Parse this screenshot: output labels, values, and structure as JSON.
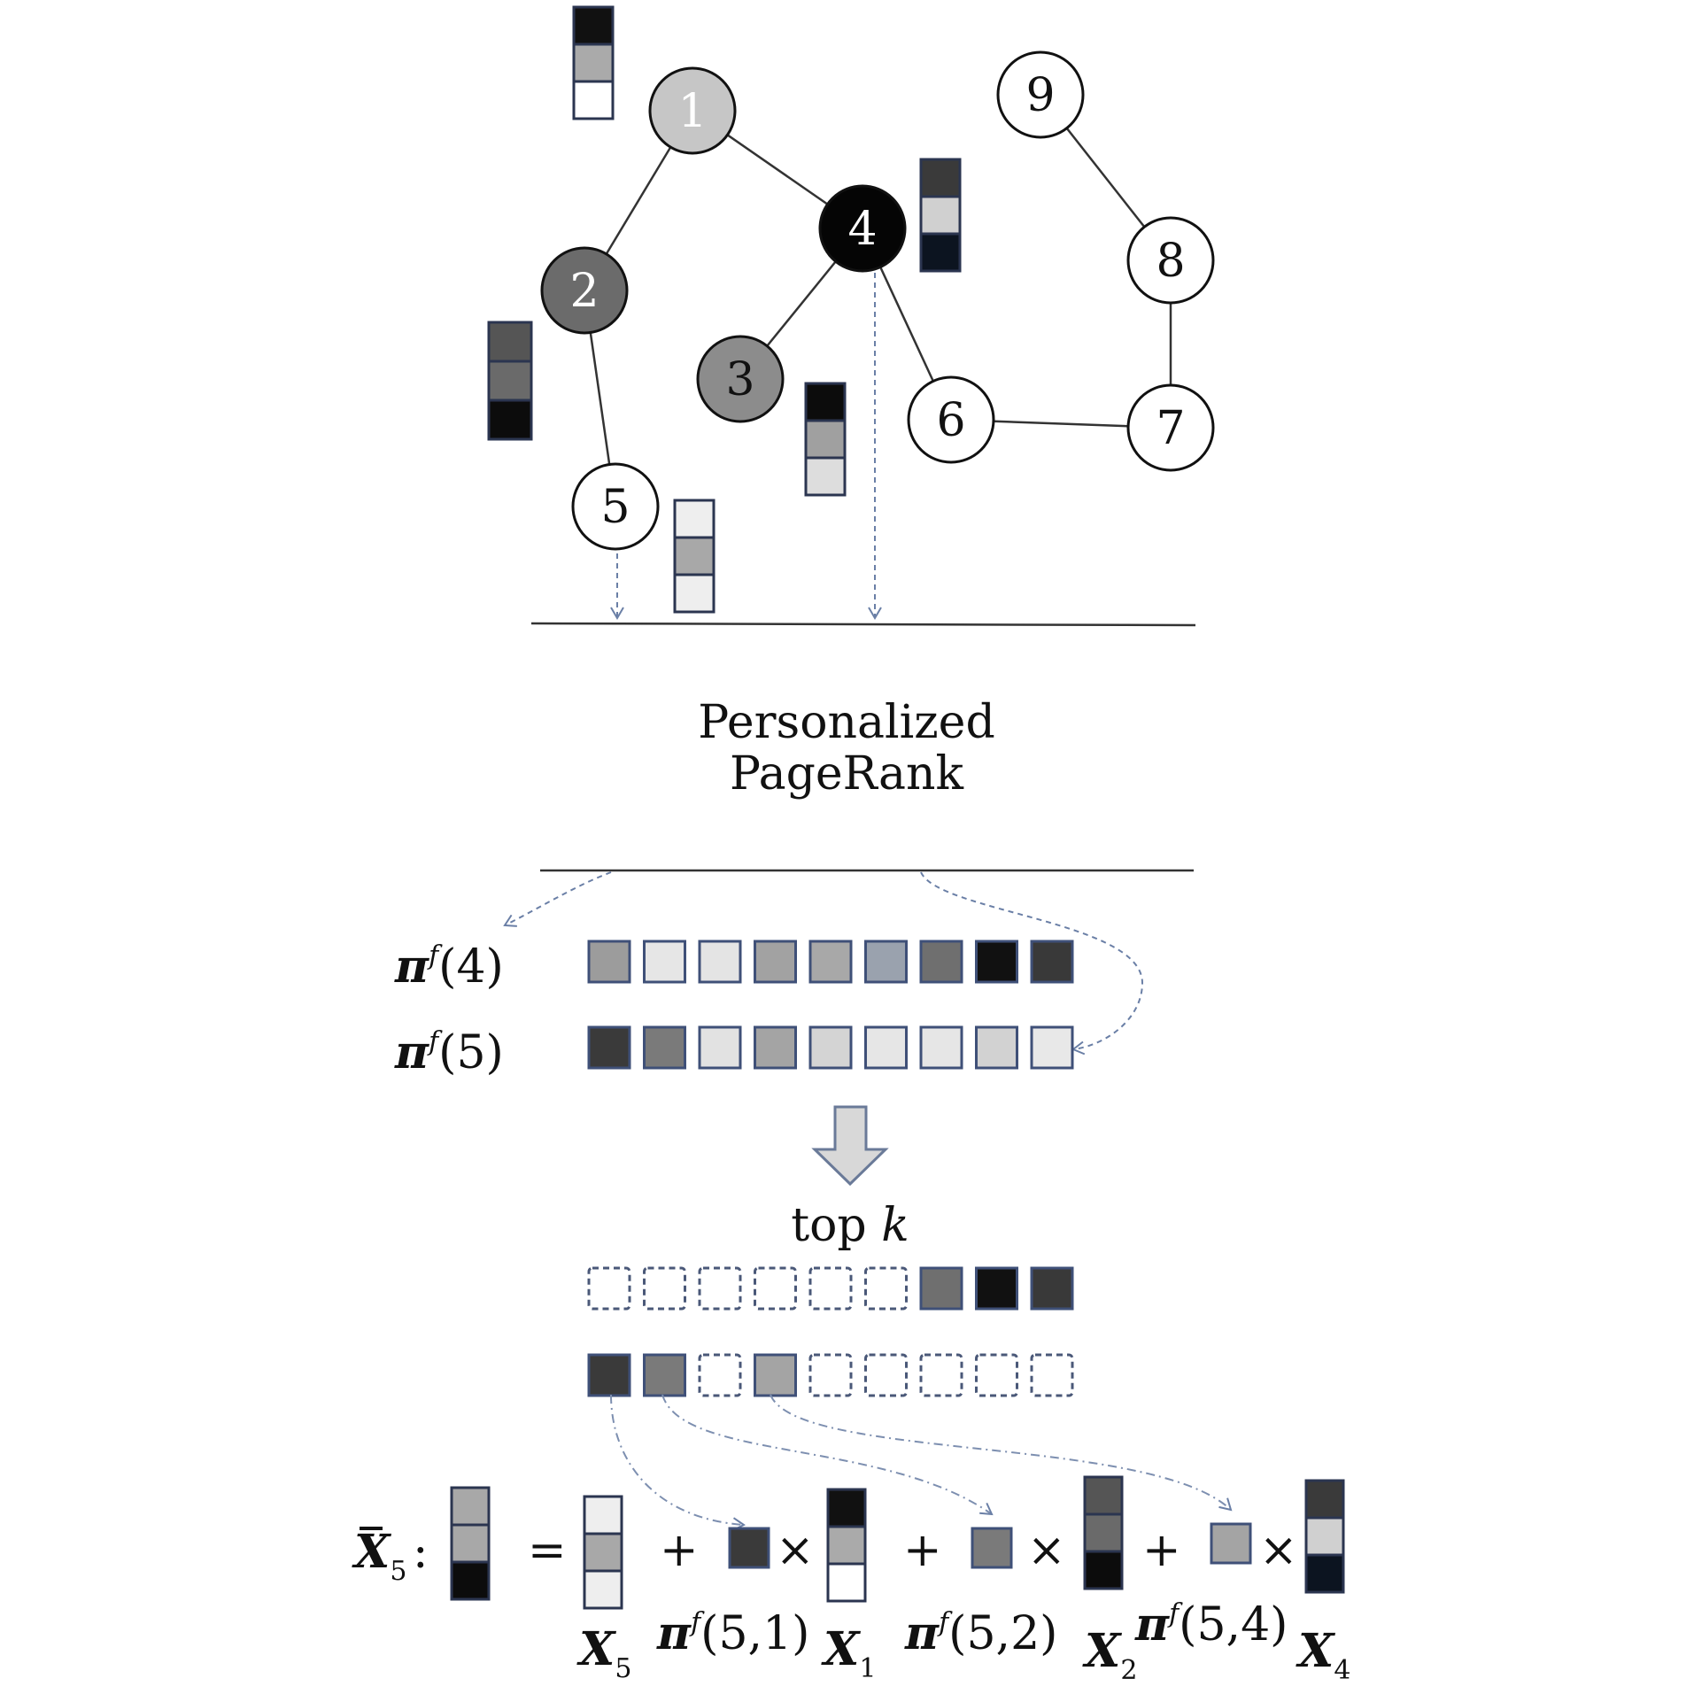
{
  "nodes": [
    {
      "id": "1",
      "label": "1",
      "fill": "#c6c6c6",
      "text_color": "#ffffff"
    },
    {
      "id": "2",
      "label": "2",
      "fill": "#6b6b6b",
      "text_color": "#ffffff"
    },
    {
      "id": "3",
      "label": "3",
      "fill": "#8c8c8c",
      "text_color": "#111111"
    },
    {
      "id": "4",
      "label": "4",
      "fill": "#050505",
      "text_color": "#ffffff"
    },
    {
      "id": "5",
      "label": "5",
      "fill": "#ffffff",
      "text_color": "#111111"
    },
    {
      "id": "6",
      "label": "6",
      "fill": "#ffffff",
      "text_color": "#111111"
    },
    {
      "id": "7",
      "label": "7",
      "fill": "#ffffff",
      "text_color": "#111111"
    },
    {
      "id": "8",
      "label": "8",
      "fill": "#ffffff",
      "text_color": "#111111"
    },
    {
      "id": "9",
      "label": "9",
      "fill": "#ffffff",
      "text_color": "#111111"
    }
  ],
  "edges": [
    [
      "1",
      "2"
    ],
    [
      "1",
      "4"
    ],
    [
      "2",
      "5"
    ],
    [
      "4",
      "3"
    ],
    [
      "4",
      "6"
    ],
    [
      "6",
      "7"
    ],
    [
      "7",
      "8"
    ],
    [
      "8",
      "9"
    ]
  ],
  "feature_vectors": {
    "1": [
      "#111111",
      "#aaaaaa",
      "#ffffff"
    ],
    "2": [
      "#555555",
      "#6a6a6a",
      "#0c0c0c"
    ],
    "3": [
      "#0c0c0c",
      "#a0a0a0",
      "#dddddd"
    ],
    "4": [
      "#3a3a3a",
      "#d0d0d0",
      "#0c1420"
    ],
    "5": [
      "#eeeeee",
      "#a8a8a8",
      "#eeeeee"
    ]
  },
  "ppr_label": {
    "line1": "Personalized",
    "line2": "PageRank"
  },
  "pi_rows": [
    {
      "label": "π",
      "sup": "f",
      "arg": "(4)",
      "cells": [
        "#9c9c9c",
        "#e6e6e6",
        "#e4e4e4",
        "#a2a2a2",
        "#a8a8a8",
        "#9aa2ae",
        "#6f6f6f",
        "#111111",
        "#393939"
      ]
    },
    {
      "label": "π",
      "sup": "f",
      "arg": "(5)",
      "cells": [
        "#3a3a3a",
        "#7a7a7a",
        "#e2e2e2",
        "#a4a4a4",
        "#d4d4d4",
        "#e6e6e6",
        "#e6e6e6",
        "#d2d2d2",
        "#e8e8e8"
      ]
    }
  ],
  "topk_label": {
    "prefix": "top ",
    "var": "k"
  },
  "topk_rows": [
    {
      "cells": [
        null,
        null,
        null,
        null,
        null,
        null,
        "#6f6f6f",
        "#111111",
        "#393939"
      ]
    },
    {
      "cells": [
        "#3a3a3a",
        "#7a7a7a",
        null,
        "#a4a4a4",
        null,
        null,
        null,
        null,
        null
      ]
    }
  ],
  "equation": {
    "result": {
      "symbol": "X",
      "sub": "5",
      "colon": ":",
      "vector": [
        "#a8a8a8",
        "#a8a8a8",
        "#0c0c0c"
      ]
    },
    "equals": "=",
    "plus": "+",
    "times": "×",
    "base": {
      "symbol": "X",
      "sub": "5",
      "vector": [
        "#eeeeee",
        "#a8a8a8",
        "#eeeeee"
      ]
    },
    "terms": [
      {
        "weight_color": "#3a3a3a",
        "coef": "π",
        "coef_sup": "f",
        "coef_arg": "(5,1)",
        "symbol": "X",
        "sub": "1",
        "vector": [
          "#111111",
          "#aaaaaa",
          "#ffffff"
        ]
      },
      {
        "weight_color": "#7a7a7a",
        "coef": "π",
        "coef_sup": "f",
        "coef_arg": "(5,2)",
        "symbol": "X",
        "sub": "2",
        "vector": [
          "#555555",
          "#6a6a6a",
          "#0c0c0c"
        ]
      },
      {
        "weight_color": "#a4a4a4",
        "coef": "π",
        "coef_sup": "f",
        "coef_arg": "(5,4)",
        "symbol": "X",
        "sub": "4",
        "vector": [
          "#3a3a3a",
          "#d0d0d0",
          "#0c1420"
        ]
      }
    ]
  }
}
